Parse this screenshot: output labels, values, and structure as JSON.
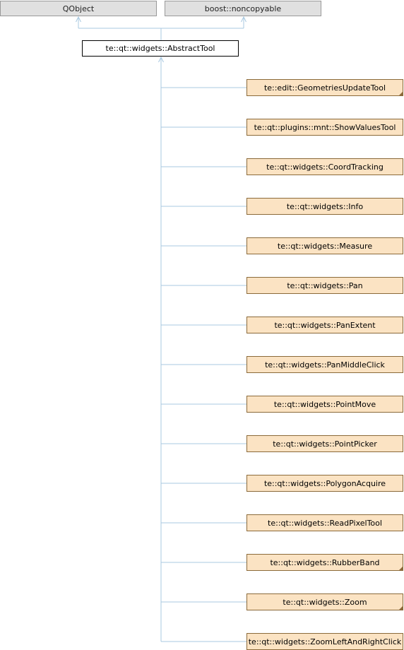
{
  "bases": [
    {
      "label": "QObject"
    },
    {
      "label": "boost::noncopyable"
    }
  ],
  "focus": {
    "label": "te::qt::widgets::AbstractTool"
  },
  "derived": [
    {
      "label": "te::edit::GeometriesUpdateTool",
      "has_more": true
    },
    {
      "label": "te::qt::plugins::mnt::ShowValuesTool",
      "has_more": false
    },
    {
      "label": "te::qt::widgets::CoordTracking",
      "has_more": false
    },
    {
      "label": "te::qt::widgets::Info",
      "has_more": false
    },
    {
      "label": "te::qt::widgets::Measure",
      "has_more": false
    },
    {
      "label": "te::qt::widgets::Pan",
      "has_more": false
    },
    {
      "label": "te::qt::widgets::PanExtent",
      "has_more": false
    },
    {
      "label": "te::qt::widgets::PanMiddleClick",
      "has_more": false
    },
    {
      "label": "te::qt::widgets::PointMove",
      "has_more": false
    },
    {
      "label": "te::qt::widgets::PointPicker",
      "has_more": false
    },
    {
      "label": "te::qt::widgets::PolygonAcquire",
      "has_more": false
    },
    {
      "label": "te::qt::widgets::ReadPixelTool",
      "has_more": false
    },
    {
      "label": "te::qt::widgets::RubberBand",
      "has_more": true
    },
    {
      "label": "te::qt::widgets::Zoom",
      "has_more": true
    },
    {
      "label": "te::qt::widgets::ZoomLeftAndRightClick",
      "has_more": false
    }
  ],
  "colors": {
    "edge": "#a8c8e0",
    "derived_fill": "#fbe3c3",
    "base_fill": "#e0e0e0"
  }
}
